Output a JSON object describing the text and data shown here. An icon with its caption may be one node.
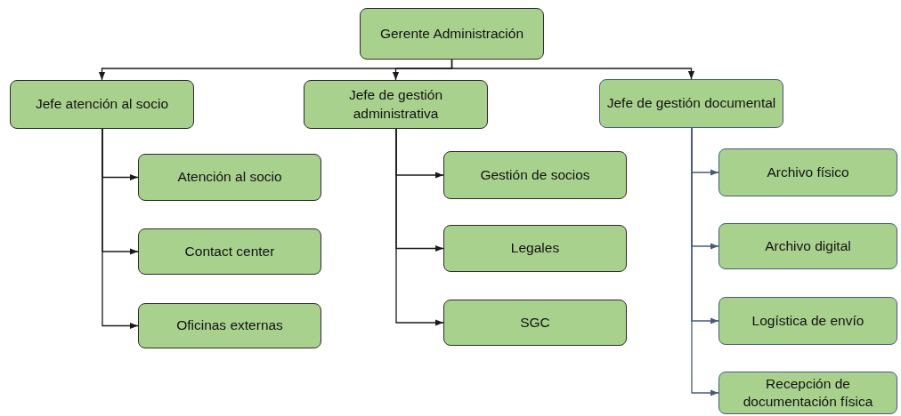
{
  "diagram": {
    "nodes": [
      {
        "text": [
          "Gerente Administración"
        ]
      },
      {
        "text": [
          "Jefe atención al socio"
        ]
      },
      {
        "text": [
          "Jefe de gestión administrativa"
        ]
      },
      {
        "text": [
          "Jefe de gestión documental"
        ]
      },
      {
        "text": [
          "Atención al socio"
        ]
      },
      {
        "text": [
          "Contact center"
        ]
      },
      {
        "text": [
          "Oficinas externas"
        ]
      },
      {
        "text": [
          "Gestión de socios"
        ]
      },
      {
        "text": [
          "Legales"
        ]
      },
      {
        "text": [
          "SGC"
        ]
      },
      {
        "text": [
          "Archivo físico"
        ]
      },
      {
        "text": [
          "Archivo digital"
        ]
      },
      {
        "text": [
          "Logística de envío"
        ]
      },
      {
        "text": [
          "Recepción de documentación física"
        ]
      }
    ],
    "edges": [
      {
        "from": 0,
        "to": 1,
        "arrow": "to"
      },
      {
        "from": 0,
        "to": 2,
        "arrow": "to"
      },
      {
        "from": 0,
        "to": 3,
        "arrow": "to"
      },
      {
        "from": 1,
        "to": 4,
        "arrow": "to"
      },
      {
        "from": 1,
        "to": 5,
        "arrow": "to"
      },
      {
        "from": 1,
        "to": 6,
        "arrow": "to"
      },
      {
        "from": 2,
        "to": 7,
        "arrow": "to"
      },
      {
        "from": 2,
        "to": 8,
        "arrow": "to"
      },
      {
        "from": 2,
        "to": 9,
        "arrow": "to"
      },
      {
        "from": 3,
        "to": 10,
        "arrow": "to",
        "color": "#4a5b78"
      },
      {
        "from": 3,
        "to": 11,
        "arrow": "to",
        "color": "#4a5b78"
      },
      {
        "from": 3,
        "to": 12,
        "arrow": "to",
        "color": "#4a5b78"
      },
      {
        "from": 3,
        "to": 13,
        "arrow": "to",
        "color": "#4a5b78"
      }
    ]
  }
}
